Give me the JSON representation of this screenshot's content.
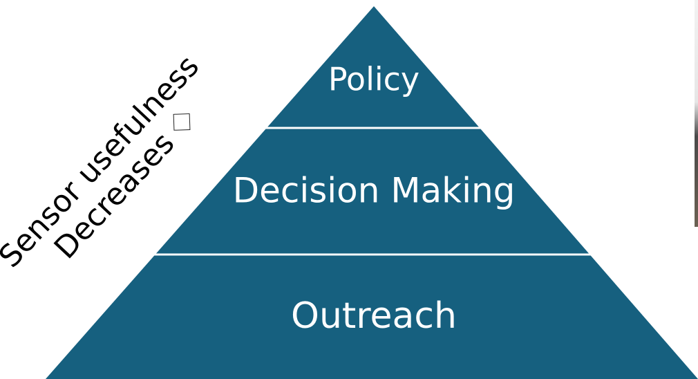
{
  "pyramid": {
    "fill_color": "#16607f",
    "divider_color": "#ffffff",
    "levels": [
      {
        "label": "Policy"
      },
      {
        "label": "Decision Making"
      },
      {
        "label": "Outreach"
      }
    ]
  },
  "side_label": {
    "line1": "Sensor usefulness",
    "line2": "Decreases",
    "icon": "diamond-icon"
  }
}
